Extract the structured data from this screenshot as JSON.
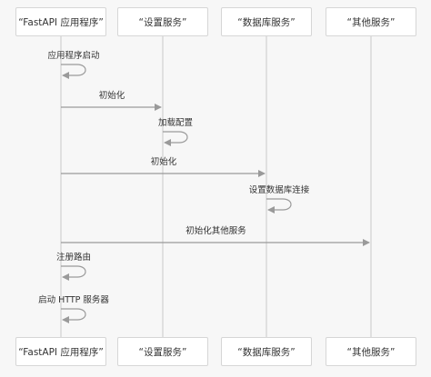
{
  "participants": [
    {
      "id": "app",
      "label": "“FastAPI 应用程序”"
    },
    {
      "id": "settings",
      "label": "“设置服务”"
    },
    {
      "id": "db",
      "label": "“数据库服务”"
    },
    {
      "id": "other",
      "label": "“其他服务”"
    }
  ],
  "messages": [
    {
      "from": "app",
      "to": "app",
      "label": "应用程序启动"
    },
    {
      "from": "app",
      "to": "settings",
      "label": "初始化"
    },
    {
      "from": "settings",
      "to": "settings",
      "label": "加载配置"
    },
    {
      "from": "app",
      "to": "db",
      "label": "初始化"
    },
    {
      "from": "db",
      "to": "db",
      "label": "设置数据库连接"
    },
    {
      "from": "app",
      "to": "other",
      "label": "初始化其他服务"
    },
    {
      "from": "app",
      "to": "app",
      "label": "注册路由"
    },
    {
      "from": "app",
      "to": "app",
      "label": "启动 HTTP 服务器"
    }
  ],
  "colors": {
    "lifeline": "#c9c9c9",
    "arrow": "#9a9a9a",
    "box_border": "#d6d6d6",
    "background": "#f7f7f7",
    "text": "#333333"
  }
}
